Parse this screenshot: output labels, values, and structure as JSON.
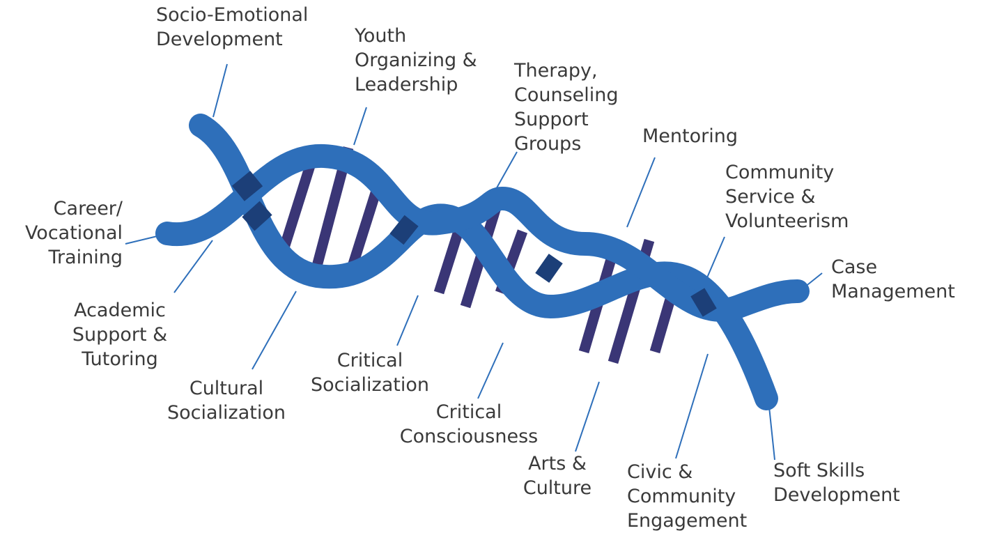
{
  "colors": {
    "strand": "#2e6fba",
    "rung": "#3a3676",
    "crossing": "#1c3f78",
    "leader": "#2e6fba",
    "text": "#3a3a3a"
  },
  "labels": {
    "socio_emotional": [
      "Socio-Emotional",
      "Development"
    ],
    "youth_organizing": [
      "Youth",
      "Organizing &",
      "Leadership"
    ],
    "therapy": [
      "Therapy,",
      "Counseling",
      "Support",
      "Groups"
    ],
    "mentoring": [
      "Mentoring"
    ],
    "community_service": [
      "Community",
      "Service &",
      "Volunteerism"
    ],
    "case_management": [
      "Case",
      "Management"
    ],
    "career": [
      "Career/",
      "Vocational",
      "Training"
    ],
    "academic": [
      "Academic",
      "Support &",
      "Tutoring"
    ],
    "cultural_socialization": [
      "Cultural",
      "Socialization"
    ],
    "critical_socialization": [
      "Critical",
      "Socialization"
    ],
    "critical_consciousness": [
      "Critical",
      "Consciousness"
    ],
    "arts_culture": [
      "Arts &",
      "Culture"
    ],
    "civic": [
      "Civic &",
      "Community",
      "Engagement"
    ],
    "soft_skills": [
      "Soft Skills",
      "Development"
    ]
  }
}
